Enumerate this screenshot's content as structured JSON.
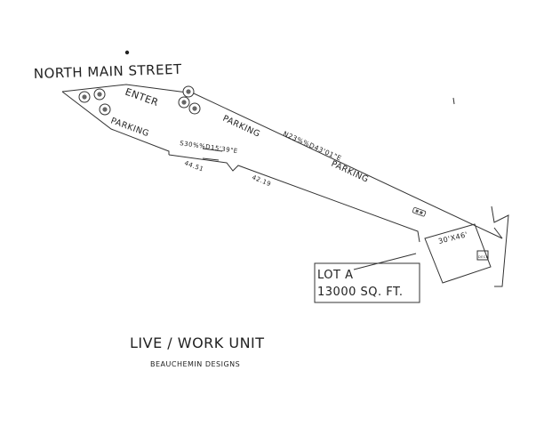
{
  "plan": {
    "street_name": "NORTH MAIN STREET",
    "enter_label": "ENTER",
    "parking_labels": [
      "PARKING",
      "PARKING",
      "PARKING"
    ],
    "bearing_north": "N23%%D43'01\"E",
    "bearing_south": "S30%%D15'39\"E",
    "distance_1": "44.51",
    "distance_2": "42.19",
    "building_size": "30'X46'",
    "building_note": "DECK",
    "lot_name": "LOT A",
    "lot_area": "13000 SQ. FT.",
    "title": "LIVE / WORK UNIT",
    "designer": "BEAUCHEMIN DESIGNS"
  }
}
